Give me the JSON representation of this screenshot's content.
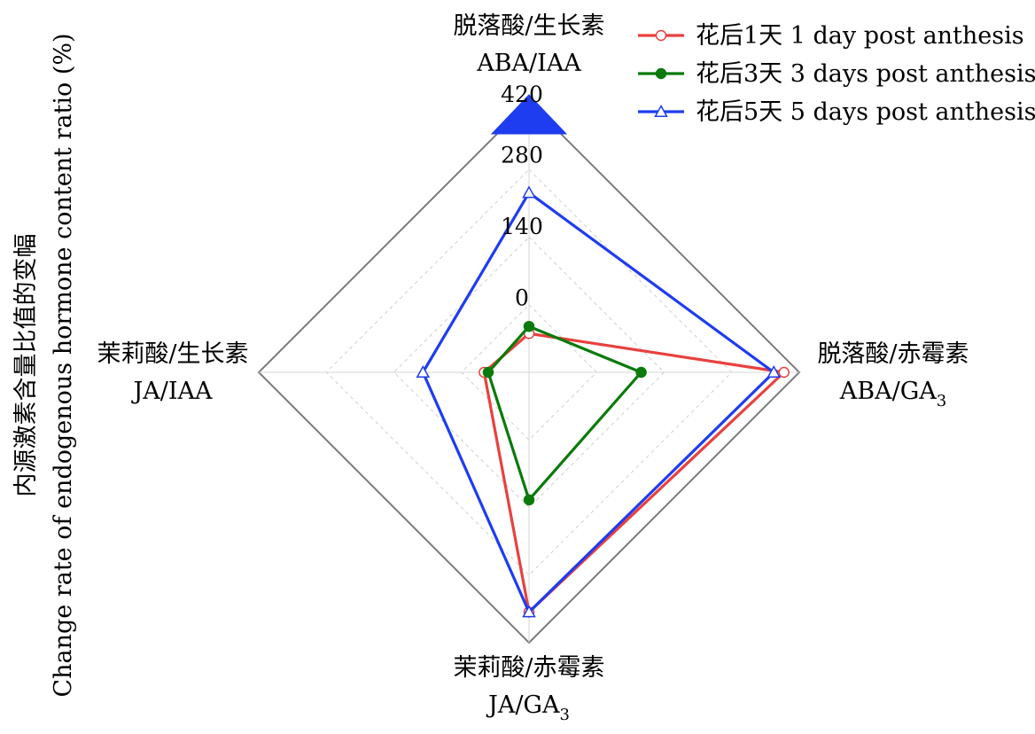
{
  "chart_data": {
    "type": "radar",
    "ylabel_cn": "内源激素含量比值的变幅",
    "ylabel_en": "Change rate of endogenous hormone content ratio (%)",
    "radial_ticks": [
      "0",
      "140",
      "280",
      "420"
    ],
    "rmin": -110,
    "rmax": 420,
    "axes": [
      {
        "cn": "脱落酸/生长素",
        "en": "ABA/IAA",
        "sub": ""
      },
      {
        "cn": "脱落酸/赤霉素",
        "en": "ABA/GA",
        "sub": "3"
      },
      {
        "cn": "茉莉酸/赤霉素",
        "en": "JA/GA",
        "sub": "3"
      },
      {
        "cn": "茉莉酸/生长素",
        "en": "JA/IAA",
        "sub": ""
      }
    ],
    "series": [
      {
        "name_cn": "花后1天",
        "name_en": "1 day post anthesis",
        "color": "#e8413f",
        "marker": "open-circle",
        "values": [
          -34,
          390,
          360,
          -22
        ]
      },
      {
        "name_cn": "花后3天",
        "name_en": "3 days post anthesis",
        "color": "#0a7a0a",
        "marker": "filled-circle",
        "values": [
          -20,
          110,
          140,
          -30
        ]
      },
      {
        "name_cn": "花后5天",
        "name_en": "5 days post anthesis",
        "color": "#1e3cf0",
        "marker": "open-triangle",
        "values": [
          242,
          370,
          360,
          98
        ]
      }
    ],
    "overflow_marker_color": "#1e3cf0",
    "legend_position": "top-right"
  }
}
